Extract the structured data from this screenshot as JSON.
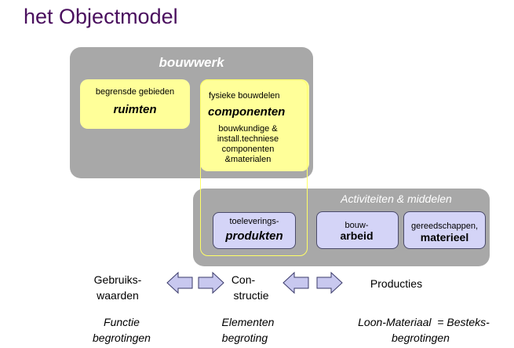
{
  "title": "het Objectmodel",
  "bouwwerk": {
    "heading": "bouwwerk",
    "ruimten_small": "begrensde gebieden",
    "ruimten_big": "ruimten",
    "comp_small": "fysieke bouwdelen",
    "comp_big": "componenten",
    "comp_detail_1": "bouwkundige &",
    "comp_detail_2": "install.techniese",
    "comp_detail_3": "componenten",
    "comp_detail_4": "&materialen"
  },
  "activiteiten": {
    "heading": "Activiteiten & middelen",
    "toel_small": "toeleverings-",
    "toel_big": "produkten",
    "arbeid_small": "bouw-",
    "arbeid_big": "arbeid",
    "materieel_small": "gereedschappen,",
    "materieel_big": "materieel"
  },
  "flow": {
    "gebruik_1": "Gebruiks-",
    "gebruik_2": "waarden",
    "constructie_1": "Con-",
    "constructie_2": "structie",
    "producties": "Producties"
  },
  "bottom": {
    "functie_1": "Functie",
    "functie_2": "begrotingen",
    "elementen_1": "Elementen",
    "elementen_2": "begroting",
    "loon_1": "Loon-Materiaal  = Besteks-",
    "loon_2": "begrotingen"
  },
  "colors": {
    "title": "#4a0f5e",
    "gray": "#a8a8a8",
    "yellow": "#ffff99",
    "blue": "#d4d4f7",
    "arrow": "#c8c8ef"
  }
}
